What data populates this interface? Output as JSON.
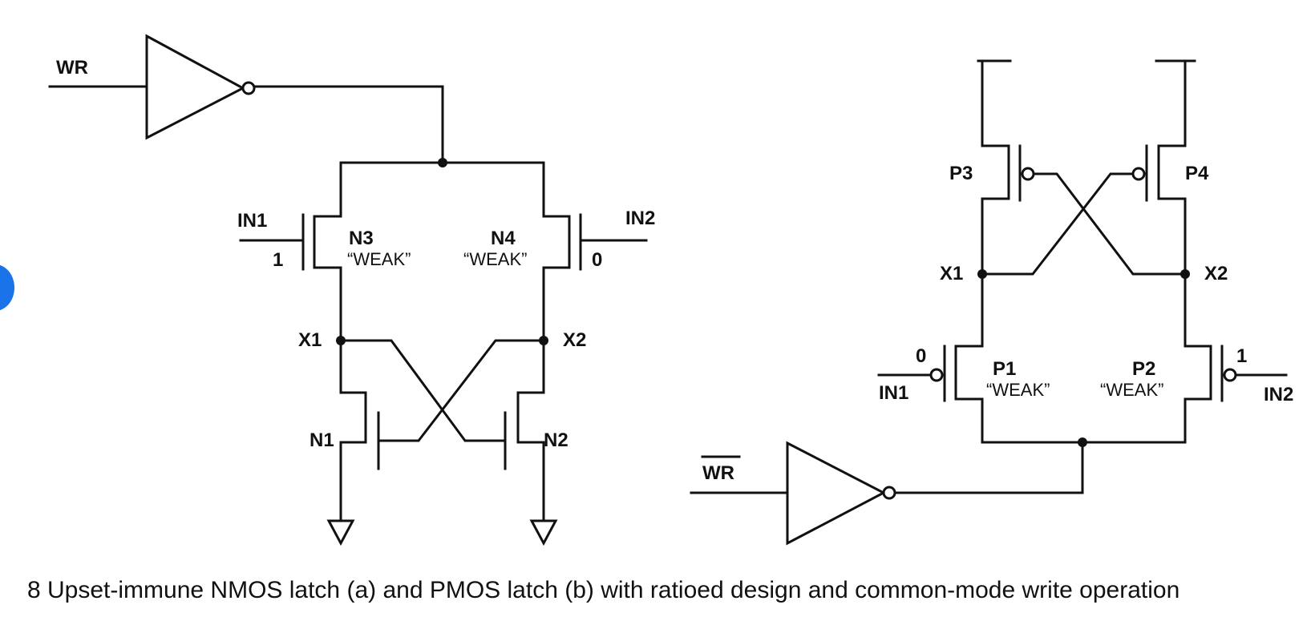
{
  "caption": "8 Upset-immune NMOS latch (a) and PMOS latch (b) with ratioed design and common-mode write operation",
  "nmos_latch": {
    "write_input": "WR",
    "left_input": "IN1",
    "right_input": "IN2",
    "left_input_value": "1",
    "right_input_value": "0",
    "weak_left": {
      "name": "N3",
      "tag": "“WEAK”"
    },
    "weak_right": {
      "name": "N4",
      "tag": "“WEAK”"
    },
    "node_left": "X1",
    "node_right": "X2",
    "cross_left": "N1",
    "cross_right": "N2"
  },
  "pmos_latch": {
    "write_input": "WR",
    "write_input_inverted": true,
    "left_input": "IN1",
    "right_input": "IN2",
    "left_input_value": "0",
    "right_input_value": "1",
    "weak_left": {
      "name": "P1",
      "tag": "“WEAK”"
    },
    "weak_right": {
      "name": "P2",
      "tag": "“WEAK”"
    },
    "node_left": "X1",
    "node_right": "X2",
    "cross_left": "P3",
    "cross_right": "P4"
  },
  "colors": {
    "line": "#111111",
    "background": "#ffffff",
    "side_marker": "#1a73e8"
  }
}
